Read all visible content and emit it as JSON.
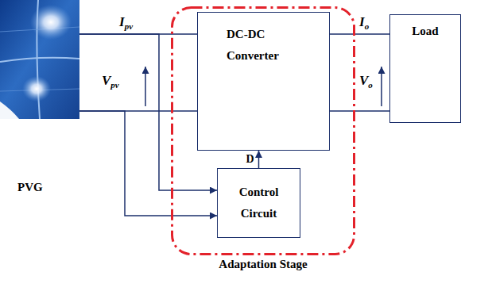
{
  "diagram": {
    "nodes": [
      {
        "text": [
          "PVG"
        ]
      },
      {
        "text": [
          "Adaptation Stage"
        ]
      },
      {
        "text": [
          "DC-DC Converter"
        ],
        "in": 1
      },
      {
        "text": [
          "Control Circuit"
        ],
        "in": 1
      },
      {
        "text": [
          "Load"
        ]
      }
    ],
    "edges": [
      {
        "from": 0,
        "to": 2,
        "arrow": "none"
      },
      {
        "from": 2,
        "to": 4,
        "arrow": "none"
      },
      {
        "from": 0,
        "to": 3,
        "arrow": "to"
      },
      {
        "from": 3,
        "to": 2,
        "arrow": "to",
        "label": "D"
      }
    ],
    "labels": [
      "Ipv",
      "Vpv",
      "Io",
      "Vo"
    ]
  }
}
